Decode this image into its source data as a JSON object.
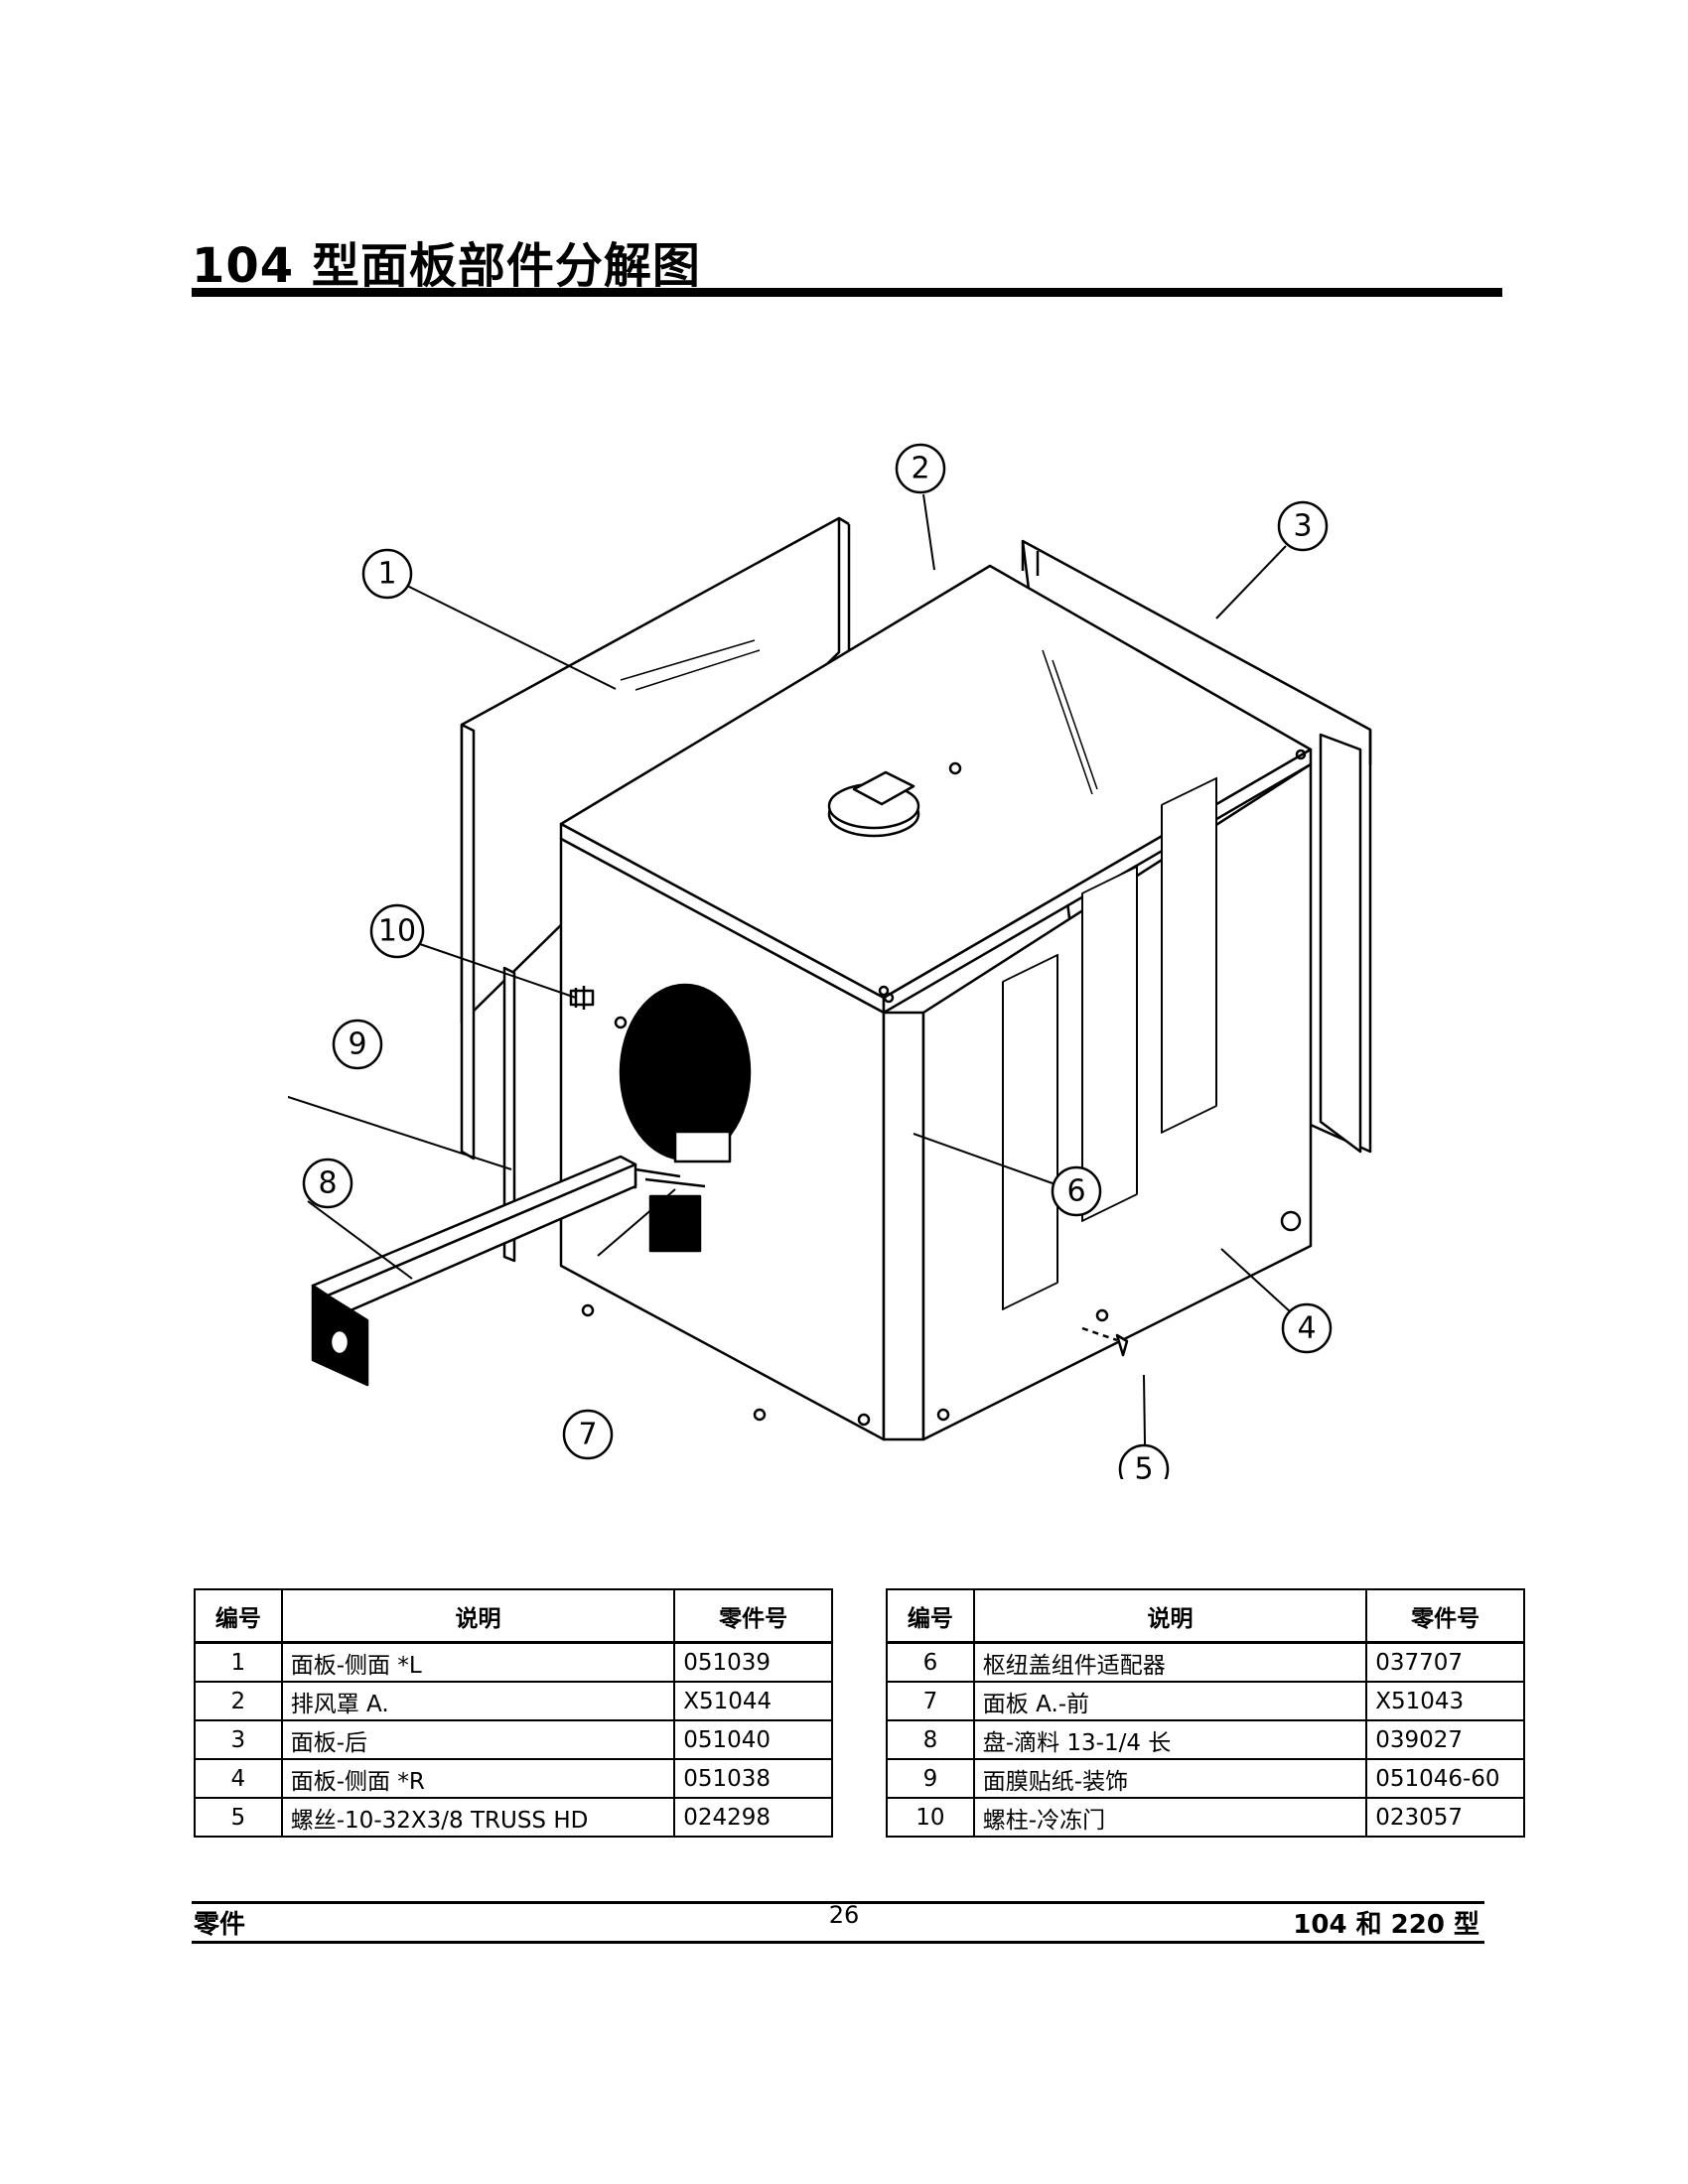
{
  "page": {
    "title": "104 型面板部件分解图",
    "footer": {
      "left": "零件",
      "page_number": "26",
      "right": "104 和 220 型"
    }
  },
  "diagram": {
    "callouts": [
      "1",
      "2",
      "3",
      "4",
      "5",
      "6",
      "7",
      "8",
      "9",
      "10"
    ]
  },
  "tables": {
    "headers": {
      "no": "编号",
      "description": "说明",
      "part_number": "零件号"
    },
    "left": [
      {
        "no": "1",
        "description": "面板-侧面 *L",
        "part_number": "051039"
      },
      {
        "no": "2",
        "description": "排风罩 A.",
        "part_number": "X51044"
      },
      {
        "no": "3",
        "description": "面板-后",
        "part_number": "051040"
      },
      {
        "no": "4",
        "description": "面板-侧面 *R",
        "part_number": "051038"
      },
      {
        "no": "5",
        "description": "螺丝-10-32X3/8 TRUSS HD",
        "part_number": "024298"
      }
    ],
    "right": [
      {
        "no": "6",
        "description": "枢纽盖组件适配器",
        "part_number": "037707"
      },
      {
        "no": "7",
        "description": "面板 A.-前",
        "part_number": "X51043"
      },
      {
        "no": "8",
        "description": "盘-滴料 13-1/4 长",
        "part_number": "039027"
      },
      {
        "no": "9",
        "description": "面膜贴纸-装饰",
        "part_number": "051046-60"
      },
      {
        "no": "10",
        "description": "螺柱-冷冻门",
        "part_number": "023057"
      }
    ]
  }
}
